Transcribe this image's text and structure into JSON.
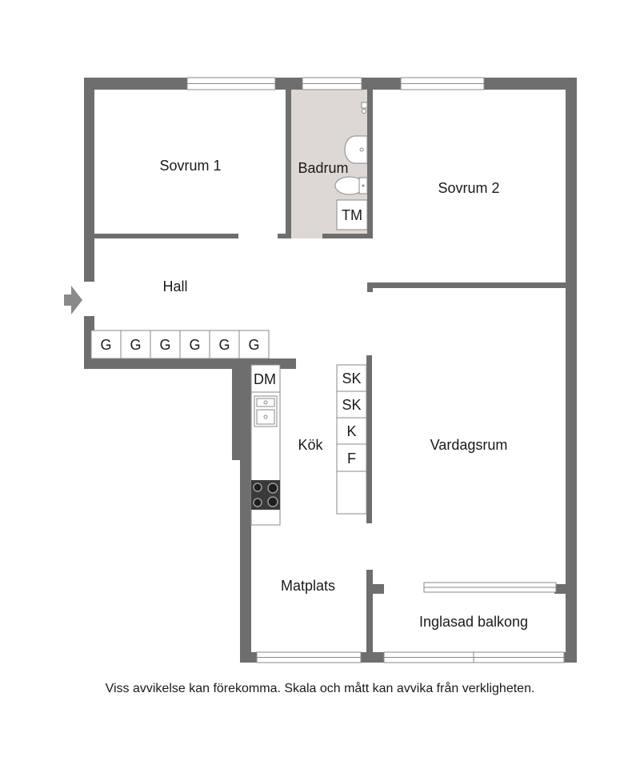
{
  "rooms": {
    "sovrum1": "Sovrum 1",
    "badrum": "Badrum",
    "sovrum2": "Sovrum 2",
    "hall": "Hall",
    "kok": "Kök",
    "vardagsrum": "Vardagsrum",
    "matplats": "Matplats",
    "balkong": "Inglasad balkong"
  },
  "fixtures": {
    "wardrobes": [
      "G",
      "G",
      "G",
      "G",
      "G",
      "G"
    ],
    "tm": "TM",
    "dm": "DM",
    "kitchen_units": [
      "SK",
      "SK",
      "K",
      "F"
    ]
  },
  "icons": [
    "entrance-arrow-icon",
    "toilet-icon",
    "washbasin-icon",
    "sink-icon",
    "stove-icon",
    "faucet-icon"
  ],
  "colors": {
    "wall": "#6e6e6e",
    "bathroom_floor": "#ddd8d3",
    "stove": "#3a3a3a"
  },
  "disclaimer": "Viss avvikelse kan förekomma. Skala och mått kan avvika från verkligheten."
}
